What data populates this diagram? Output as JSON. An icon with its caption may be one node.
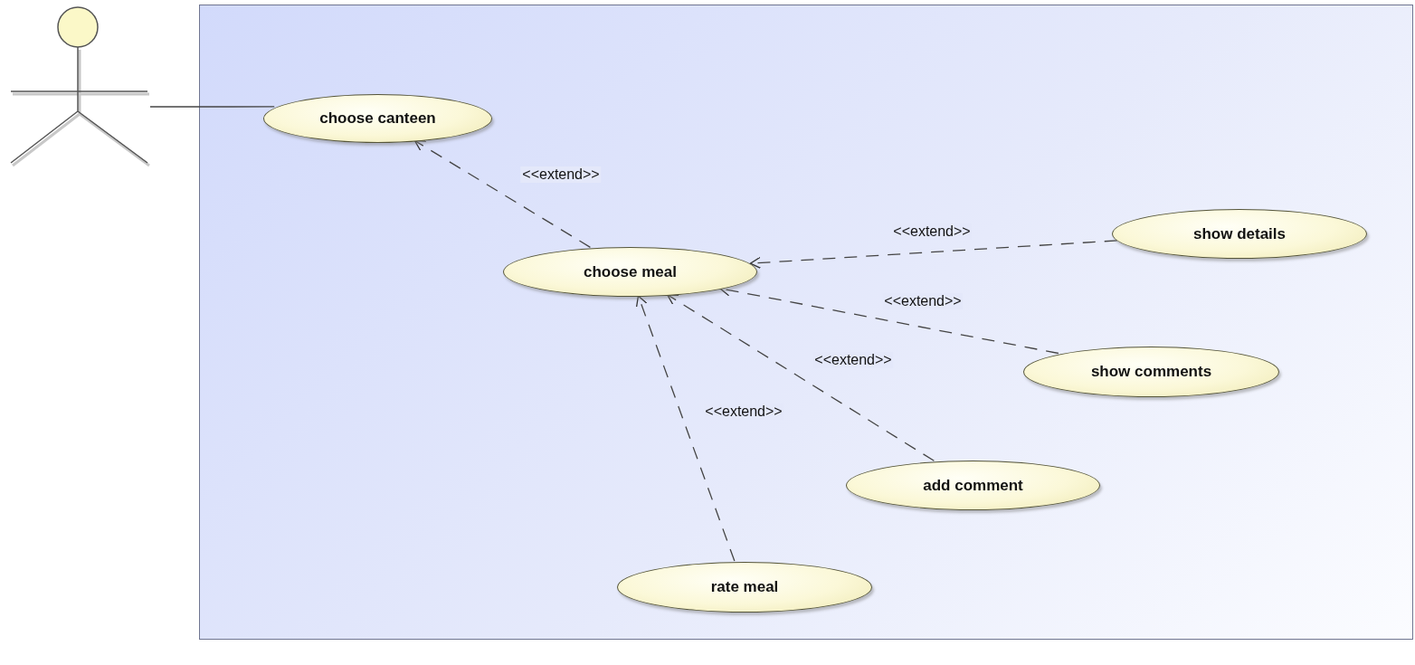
{
  "diagram": {
    "nodes": [
      {
        "text": [],
        "shape": "box"
      },
      {
        "text": [],
        "shape": "person"
      },
      {
        "text": [
          "choose canteen"
        ],
        "in": 0
      },
      {
        "text": [
          "choose meal"
        ],
        "in": 0
      },
      {
        "text": [
          "show details"
        ],
        "in": 0
      },
      {
        "text": [
          "show comments"
        ],
        "in": 0
      },
      {
        "text": [
          "add comment"
        ],
        "in": 0
      },
      {
        "text": [
          "rate meal"
        ],
        "in": 0
      }
    ],
    "edges": [
      {
        "from": 1,
        "to": 2,
        "arrow": "none"
      },
      {
        "from": 3,
        "to": 2,
        "arrow": "to",
        "style": "dashed",
        "label": "<<extend>>"
      },
      {
        "from": 4,
        "to": 3,
        "arrow": "to",
        "style": "dashed",
        "label": "<<extend>>"
      },
      {
        "from": 5,
        "to": 3,
        "arrow": "to",
        "style": "dashed",
        "label": "<<extend>>"
      },
      {
        "from": 6,
        "to": 3,
        "arrow": "to",
        "style": "dashed",
        "label": "<<extend>>"
      },
      {
        "from": 7,
        "to": 3,
        "arrow": "to",
        "style": "dashed",
        "label": "<<extend>>"
      }
    ]
  }
}
